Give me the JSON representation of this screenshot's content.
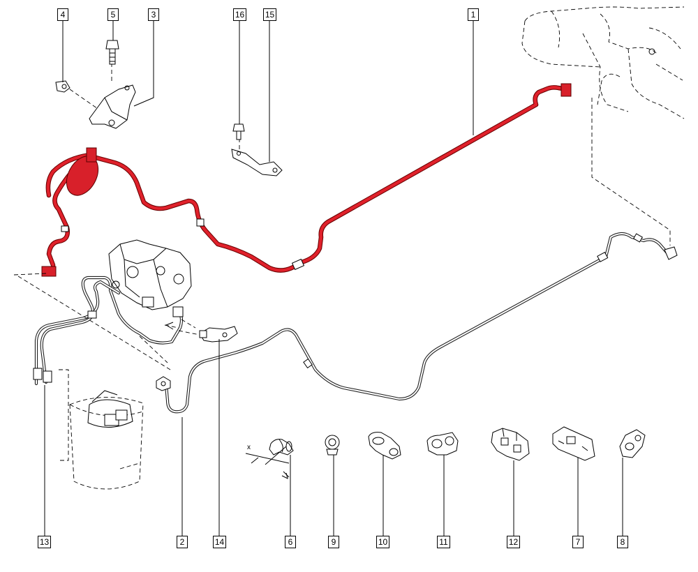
{
  "colors": {
    "highlight_pipe": "#e0212b",
    "line": "#000000",
    "background": "#ffffff"
  },
  "axis": {
    "label": "x"
  },
  "callouts": [
    {
      "id": "1",
      "label": "1"
    },
    {
      "id": "2",
      "label": "2"
    },
    {
      "id": "3",
      "label": "3"
    },
    {
      "id": "4",
      "label": "4"
    },
    {
      "id": "5",
      "label": "5"
    },
    {
      "id": "6",
      "label": "6"
    },
    {
      "id": "7",
      "label": "7"
    },
    {
      "id": "8",
      "label": "8"
    },
    {
      "id": "9",
      "label": "9"
    },
    {
      "id": "10",
      "label": "10"
    },
    {
      "id": "11",
      "label": "11"
    },
    {
      "id": "12",
      "label": "12"
    },
    {
      "id": "13",
      "label": "13"
    },
    {
      "id": "14",
      "label": "14"
    },
    {
      "id": "15",
      "label": "15"
    },
    {
      "id": "16",
      "label": "16"
    }
  ]
}
